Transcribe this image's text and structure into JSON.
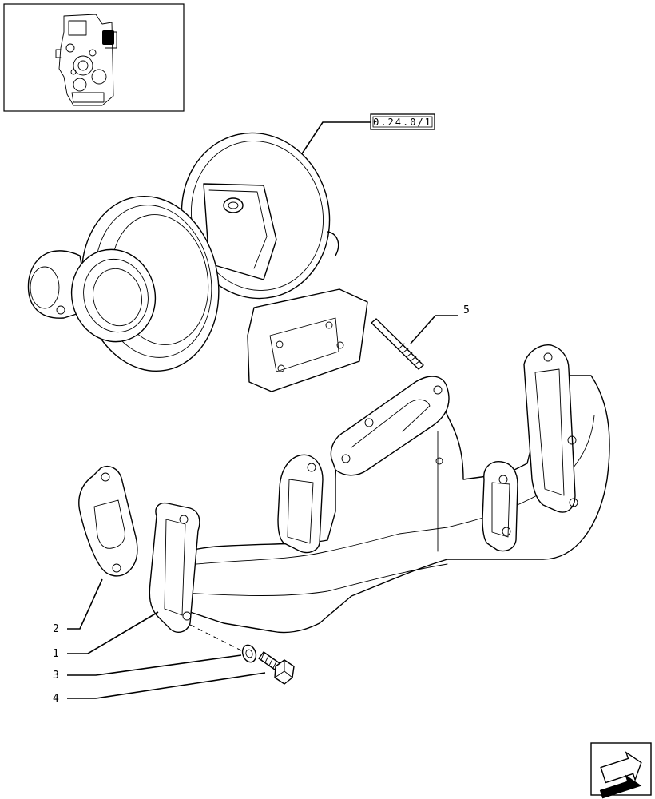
{
  "reference_label": "0.24.0/1",
  "callouts": [
    {
      "id": "1",
      "text": "1",
      "part": "exhaust manifold"
    },
    {
      "id": "2",
      "text": "2",
      "part": "gasket"
    },
    {
      "id": "3",
      "text": "3",
      "part": "washer"
    },
    {
      "id": "4",
      "text": "4",
      "part": "screw"
    },
    {
      "id": "5",
      "text": "5",
      "part": "stud"
    }
  ],
  "icons": {
    "thumbnail": "engine-thumbnail-icon",
    "navigation": "next-page-arrow-icon"
  }
}
